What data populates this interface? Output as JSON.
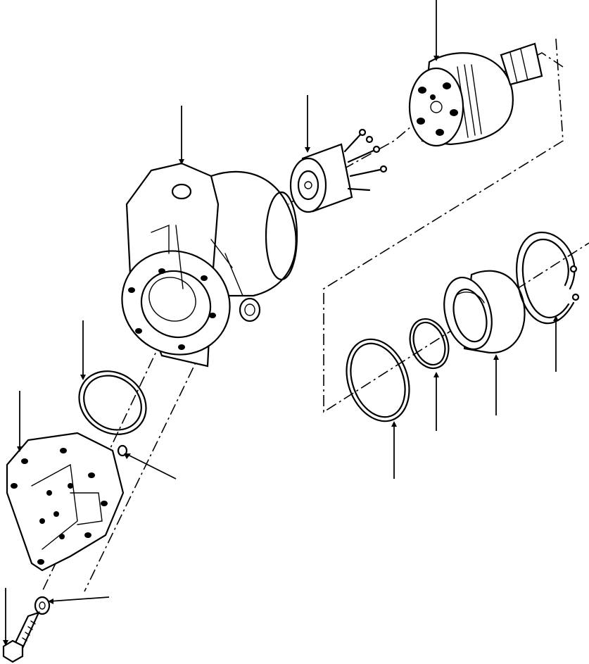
{
  "diagram": {
    "type": "exploded-parts-view",
    "line_color": "#000000",
    "background": "#ffffff",
    "parts": [
      {
        "id": "motor-housing",
        "callout": ""
      },
      {
        "id": "valve-plate-assembly",
        "callout": ""
      },
      {
        "id": "rotor-shaft-assembly",
        "callout": ""
      },
      {
        "id": "o-ring",
        "callout": ""
      },
      {
        "id": "mounting-flange-plate",
        "callout": ""
      },
      {
        "id": "dowel-pin",
        "callout": ""
      },
      {
        "id": "lock-washer",
        "callout": ""
      },
      {
        "id": "hex-bolt",
        "callout": ""
      },
      {
        "id": "large-seal-ring",
        "callout": ""
      },
      {
        "id": "small-seal-ring",
        "callout": ""
      },
      {
        "id": "shaft-seal",
        "callout": ""
      },
      {
        "id": "snap-ring",
        "callout": ""
      }
    ]
  }
}
